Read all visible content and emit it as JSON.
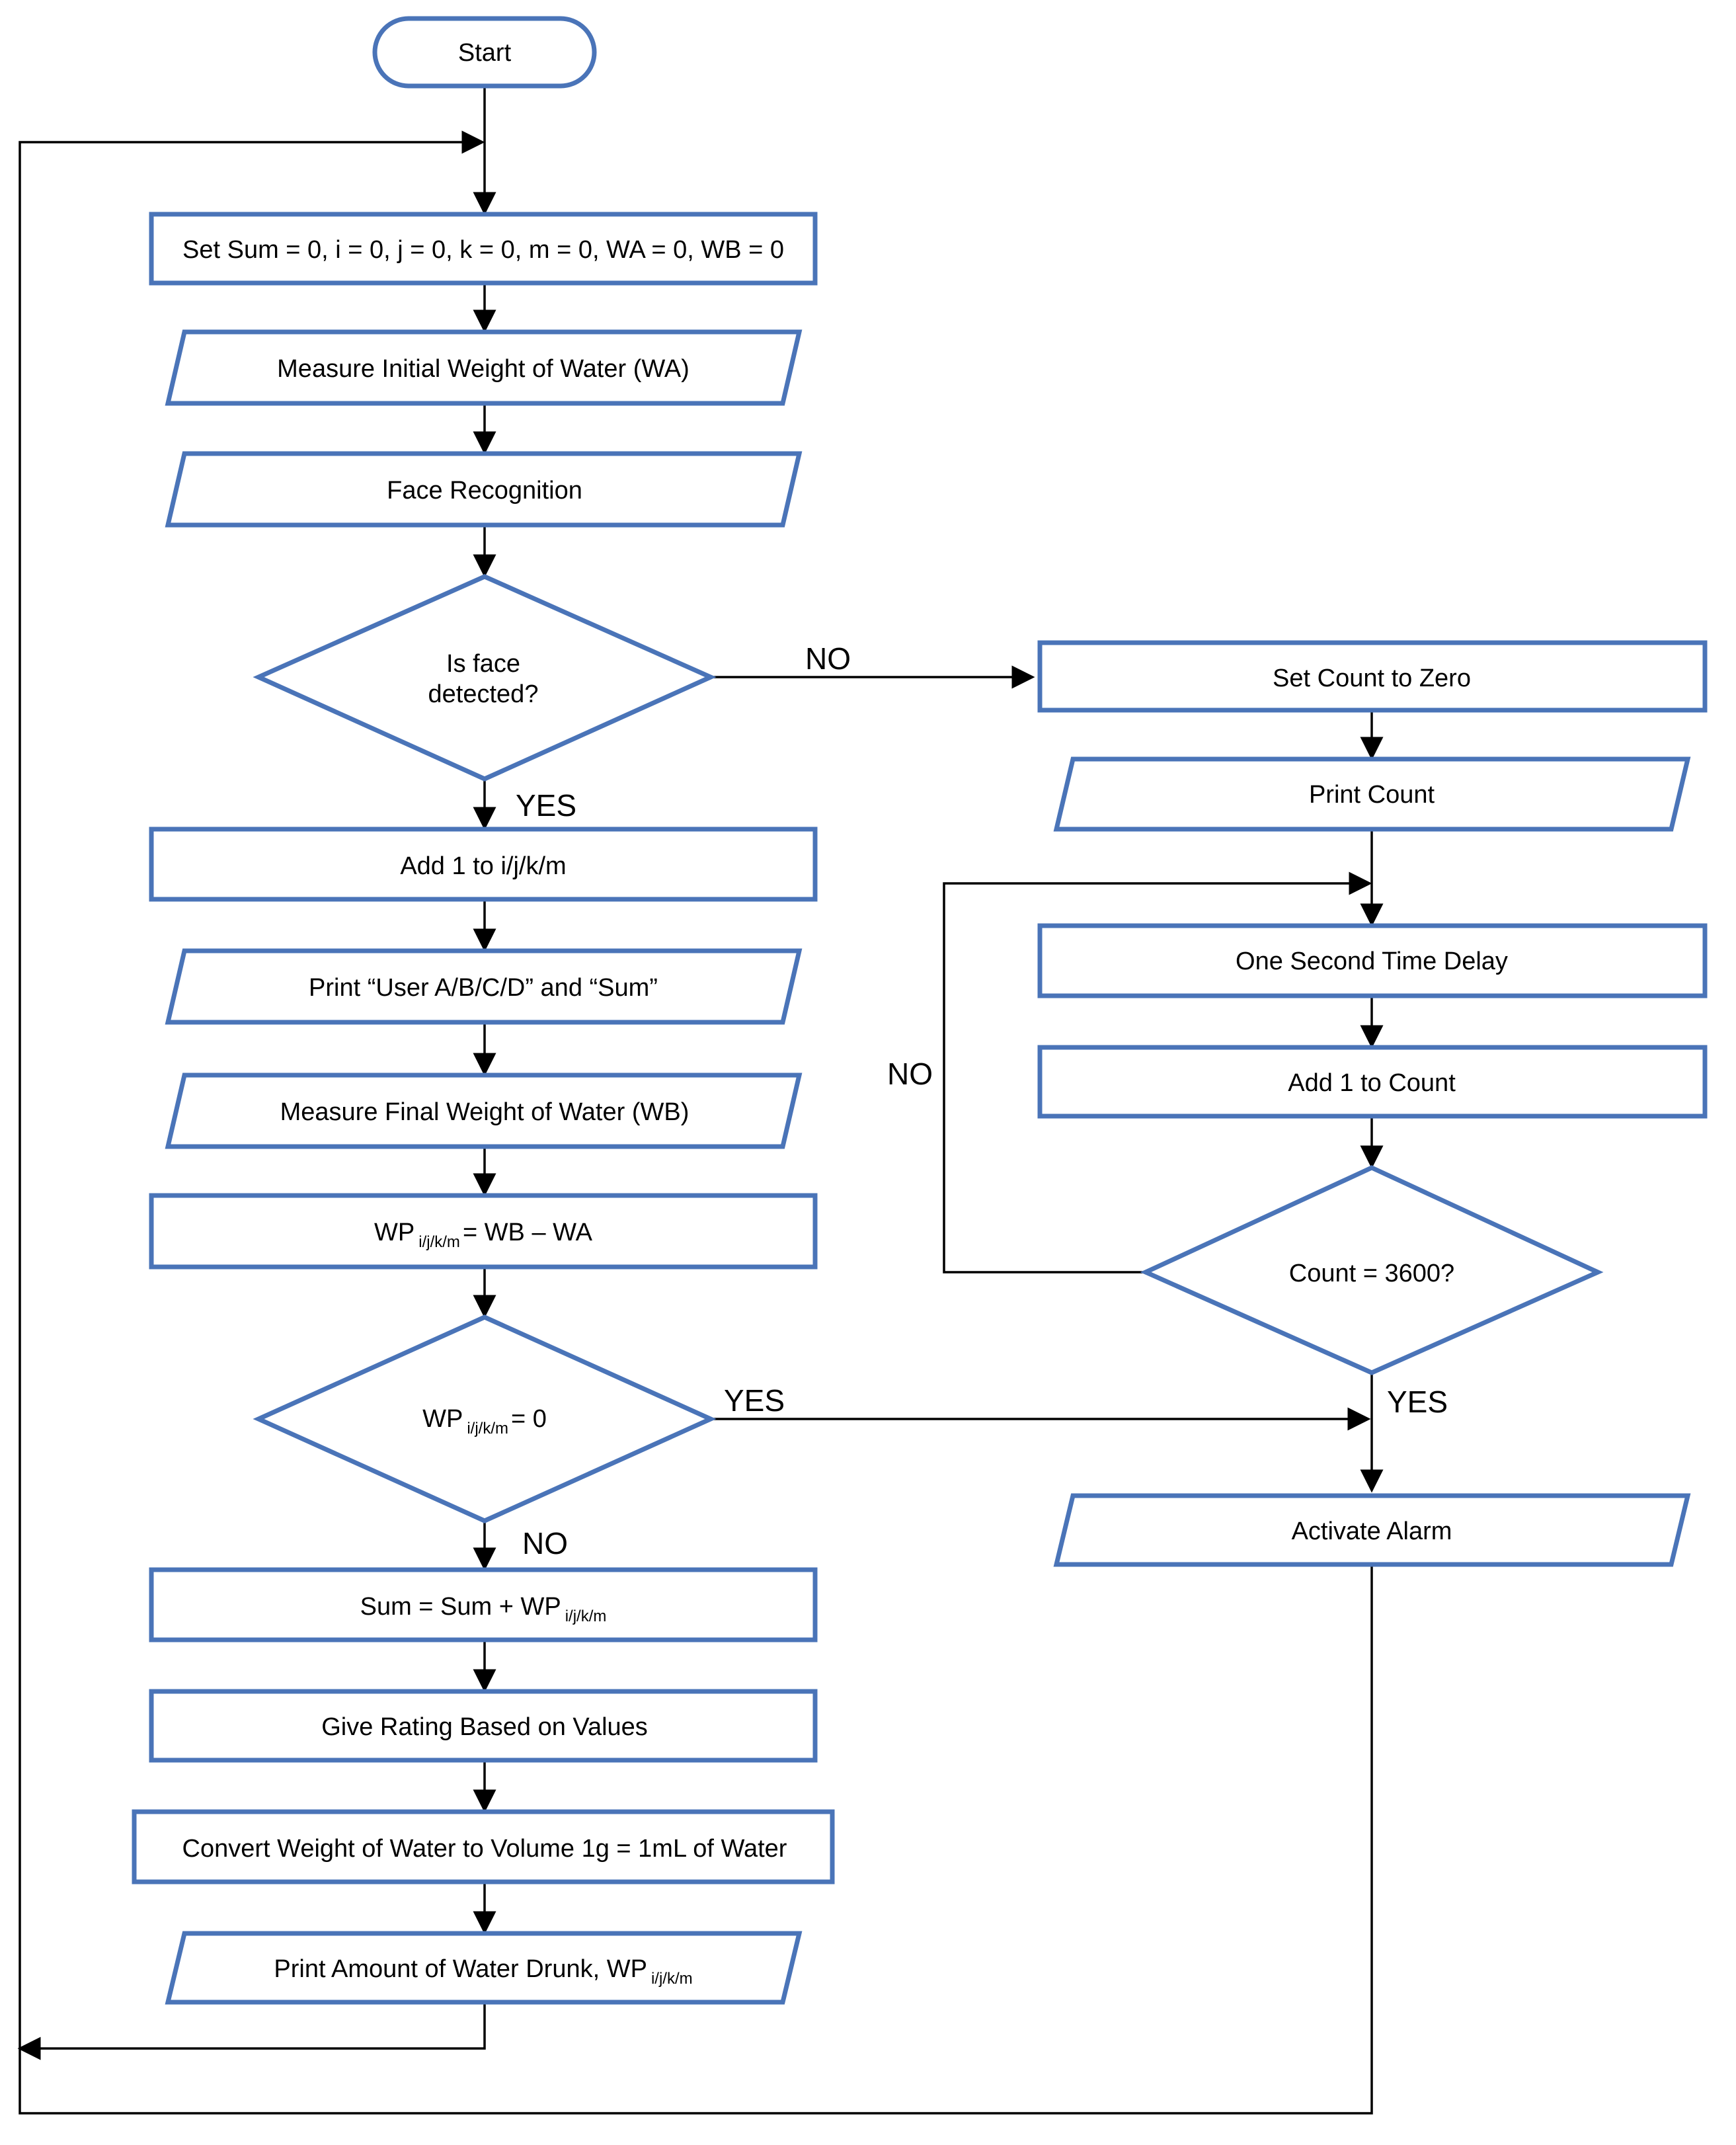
{
  "colors": {
    "node_border": "#4a74b8",
    "edge": "#000000",
    "background": "#ffffff"
  },
  "nodes": {
    "start": "Start",
    "init": "Set Sum = 0, i = 0, j = 0, k = 0, m = 0, WA = 0, WB = 0",
    "measure_initial": "Measure Initial Weight of Water (WA)",
    "face_recognition": "Face Recognition",
    "is_face_line1": "Is face",
    "is_face_line2": "detected?",
    "add_one_user": "Add 1 to i/j/k/m",
    "print_user": "Print “User A/B/C/D” and “Sum”",
    "measure_final": "Measure Final Weight of Water (WB)",
    "wp_calc_main": "WP",
    "wp_calc_sub": "i/j/k/m",
    "wp_calc_rest": "= WB – WA",
    "wp_zero_main": "WP",
    "wp_zero_sub": "i/j/k/m",
    "wp_zero_rest": "= 0",
    "sum_update_main": "Sum = Sum + WP",
    "sum_update_sub": "i/j/k/m",
    "give_rating": "Give Rating Based on Values",
    "convert": "Convert Weight of Water to Volume 1g = 1mL of Water",
    "print_amount_main": "Print Amount of Water Drunk, WP",
    "print_amount_sub": "i/j/k/m",
    "set_count_zero": "Set Count to Zero",
    "print_count": "Print Count",
    "one_second_delay": "One Second Time Delay",
    "add_one_count": "Add 1 to Count",
    "count_check": "Count = 3600?",
    "activate_alarm": "Activate Alarm"
  },
  "edge_labels": {
    "face_no": "NO",
    "face_yes": "YES",
    "count_no": "NO",
    "count_yes": "YES",
    "wp_yes": "YES",
    "wp_no": "NO"
  }
}
